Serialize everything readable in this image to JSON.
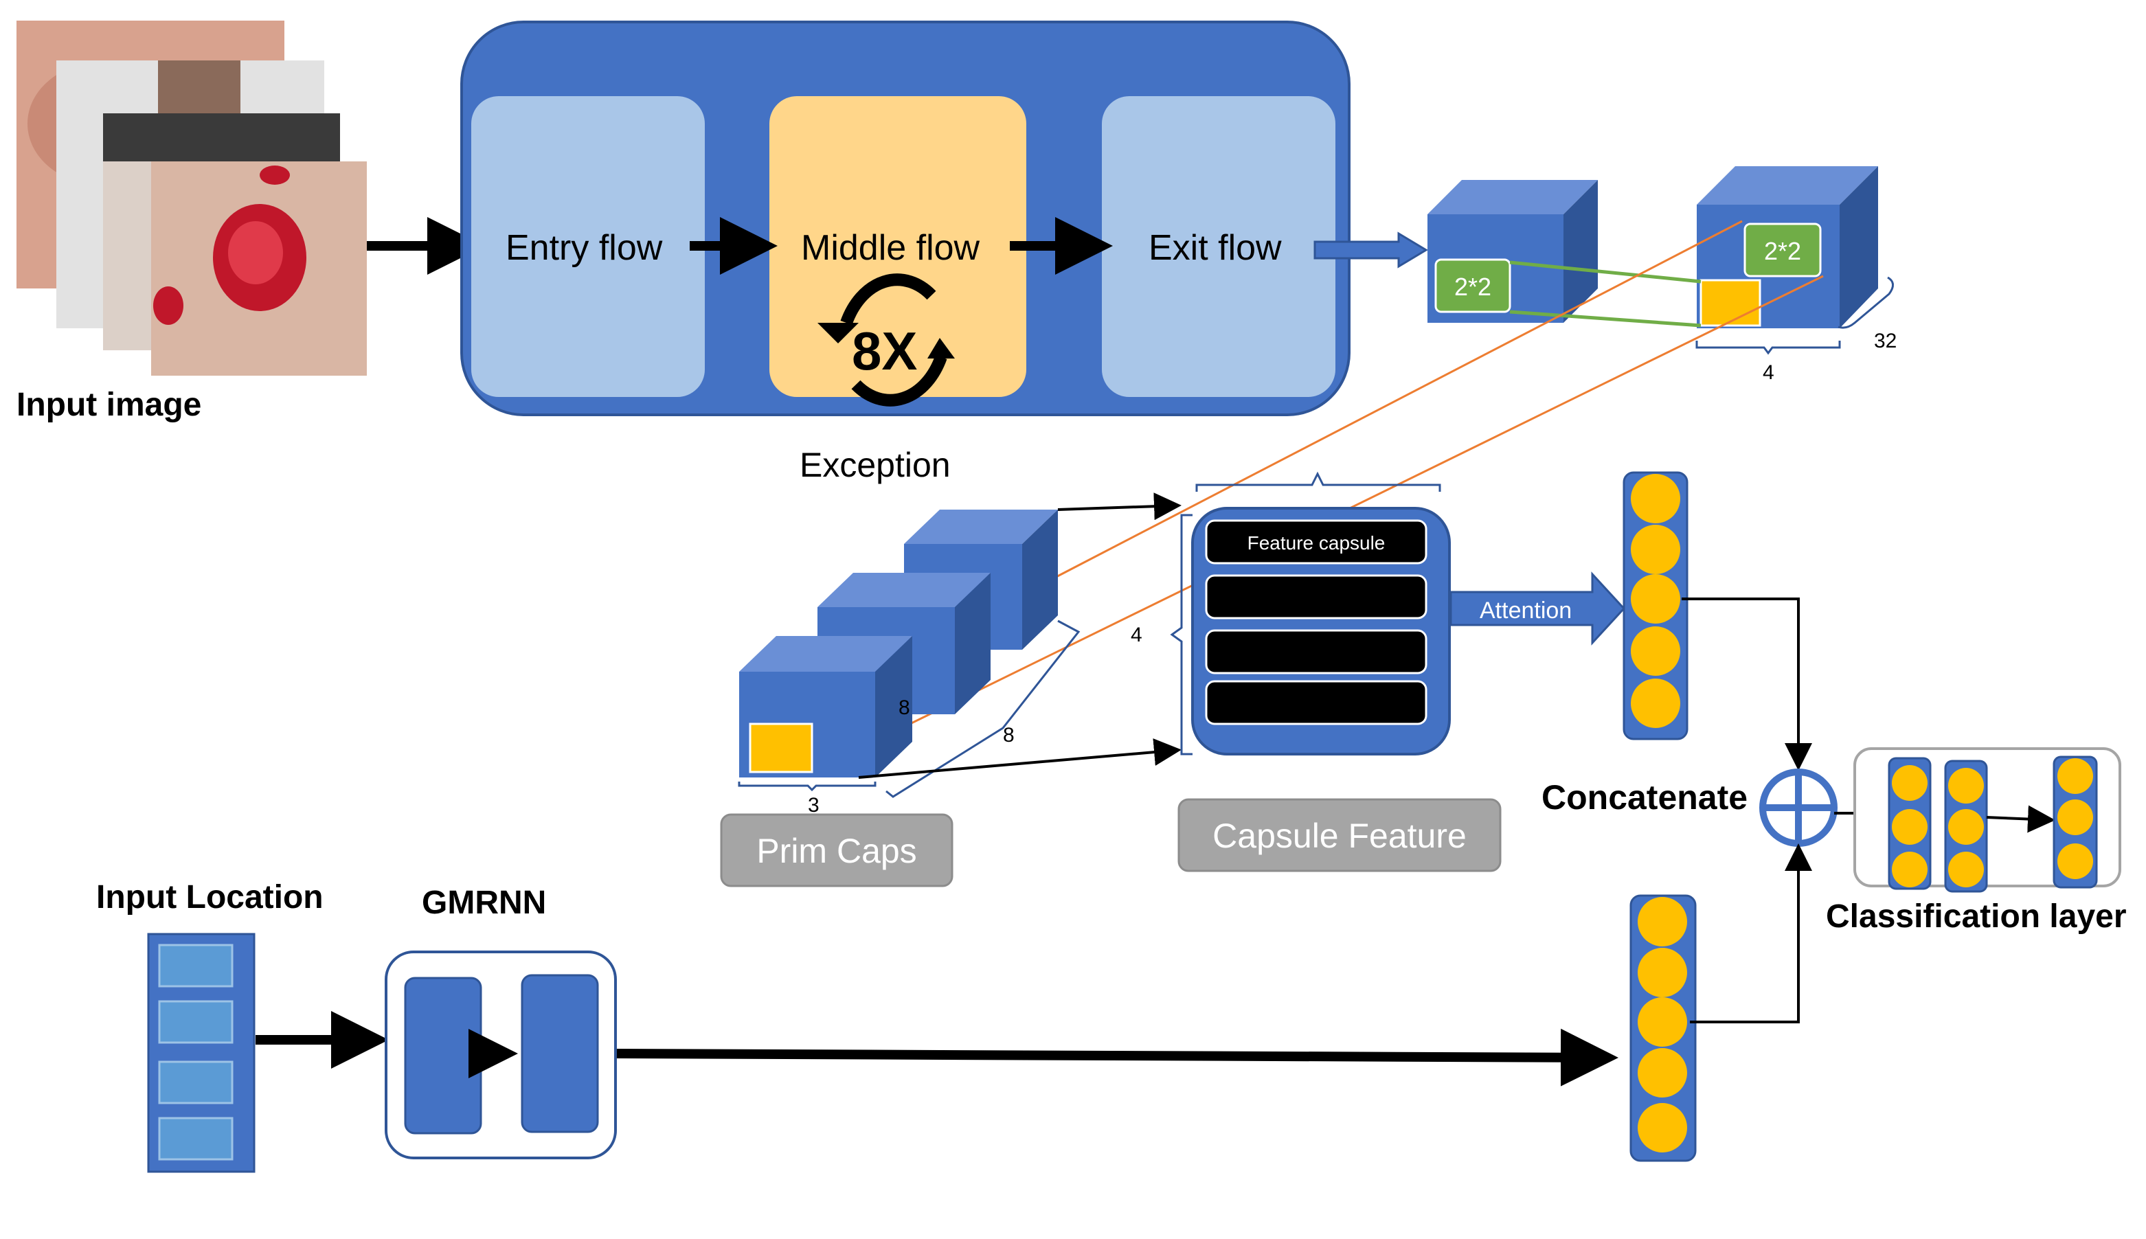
{
  "labels": {
    "input_image": "Input image",
    "entry_flow": "Entry flow",
    "middle_flow": "Middle flow",
    "exit_flow": "Exit flow",
    "repeat": "8X",
    "exception": "Exception",
    "kernel_a": "2*2",
    "kernel_b": "2*2",
    "dim_32": "32",
    "dim_4_top": "4",
    "feature_capsule": "Feature capsule",
    "attention": "Attention",
    "dim_4_caps": "4",
    "dim_8_inner": "8",
    "dim_8_outer": "8",
    "dim_3": "3",
    "prim_caps": "Prim Caps",
    "capsule_feature": "Capsule Feature",
    "concatenate": "Concatenate",
    "classification_layer": "Classification layer",
    "input_location": "Input Location",
    "gmrnn": "GMRNN"
  },
  "colors": {
    "blue": "#4472C4",
    "blue_dark": "#2F5597",
    "blue_light": "#A9C6E8",
    "orange_light": "#FFD68A",
    "gold": "#FFC000",
    "green": "#70AD47",
    "gray": "#A5A5A5",
    "orange_line": "#ED7D31"
  },
  "icons": [
    "cycle-arrows-icon",
    "plus-circle-icon"
  ]
}
